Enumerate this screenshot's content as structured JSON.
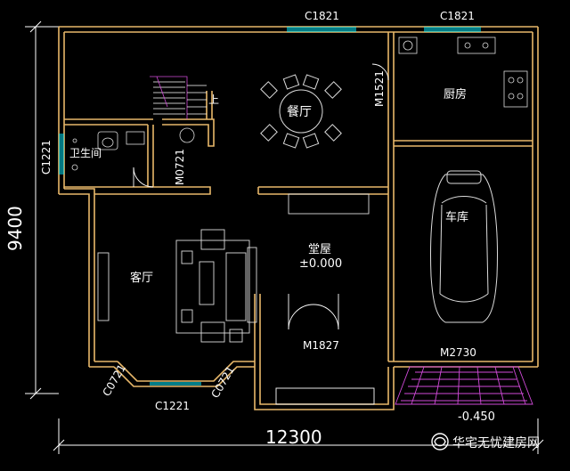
{
  "plan": {
    "overall_width": "12300",
    "overall_depth": "9400",
    "rooms": {
      "dining": "餐厅",
      "kitchen": "厨房",
      "garage": "车库",
      "bathroom": "卫生间",
      "living": "客厅",
      "hall": "堂屋",
      "stair_up": "上"
    },
    "elevations": {
      "hall": "±0.000",
      "garage_apron": "-0.450"
    },
    "openings": {
      "window_top_left": "C1821",
      "window_top_right": "C1821",
      "door_kitchen": "M1521",
      "window_bath": "C1221",
      "door_bath": "M0721",
      "door_main": "M1827",
      "door_garage": "M2730",
      "window_bay_left": "C0721",
      "window_bay_right": "C0721",
      "window_bay_front": "C1221"
    },
    "watermark": "华宅无忧建房网"
  },
  "colors": {
    "wall": "#e8b86a",
    "lines": "#ffffff",
    "dim": "#ffffff",
    "furniture": "#dcdcdc",
    "cyan": "#00c8d8",
    "magenta": "#d04ad8",
    "text": "#ffffff"
  }
}
